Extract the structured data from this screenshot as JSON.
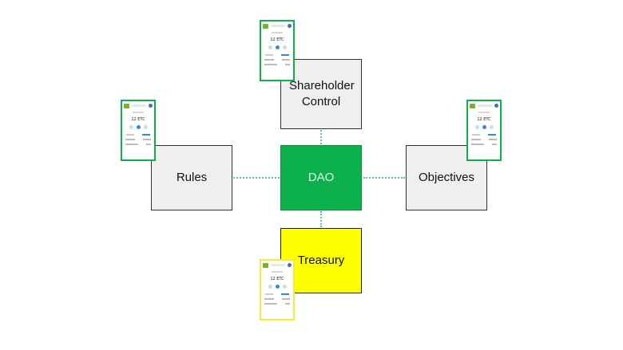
{
  "nodes": {
    "shareholder": "Shareholder Control",
    "rules": "Rules",
    "dao": "DAO",
    "objectives": "Objectives",
    "treasury": "Treasury"
  },
  "wallet": {
    "balance": "12 ETC"
  },
  "colors": {
    "dao": "#0db14b",
    "treasury": "#ffff00",
    "neutral": "#efefef",
    "connector": "#5cc7a0"
  }
}
